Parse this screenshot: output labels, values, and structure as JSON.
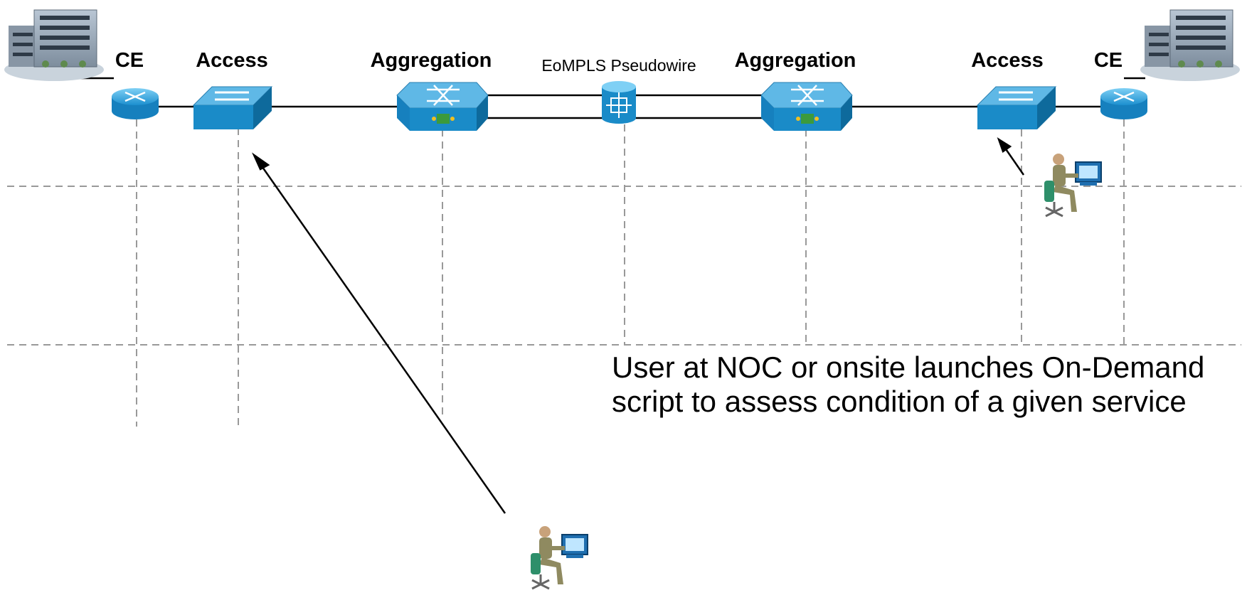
{
  "labels": {
    "ce_left": "CE",
    "access_left": "Access",
    "agg_left": "Aggregation",
    "pseudowire": "EoMPLS Pseudowire",
    "agg_right": "Aggregation",
    "access_right": "Access",
    "ce_right": "CE"
  },
  "description": "User at NOC or onsite launches On-Demand script to assess condition of a given service",
  "icons": {
    "building": "building-icon",
    "router": "router-icon",
    "switch": "switch-icon",
    "aggregation": "aggregation-switch-icon",
    "pseudowire": "pseudowire-router-icon",
    "user": "user-at-computer-icon"
  },
  "colors": {
    "device_top": "#5fb8e6",
    "device_front": "#1a8bc8",
    "device_side": "#0e6a9c",
    "gridline": "#999999",
    "line": "#000000"
  }
}
